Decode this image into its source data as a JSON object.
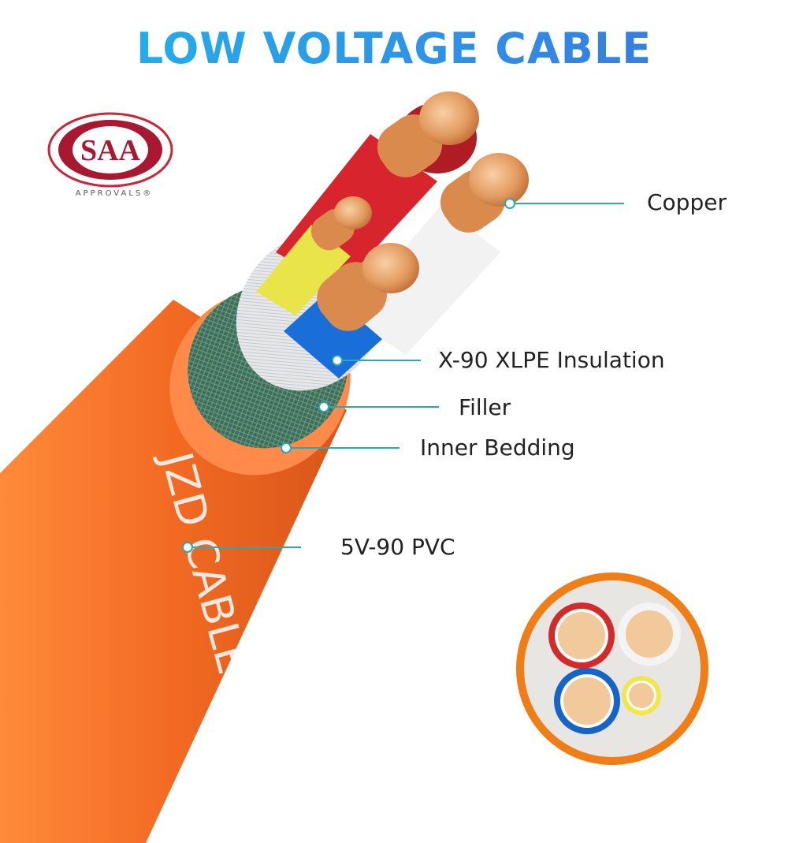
{
  "title": "LOW VOLTAGE CABLE",
  "logo": {
    "word": "SAA",
    "sub": "APPROVALS®"
  },
  "cable_print": "JZD CABLE",
  "callouts": {
    "copper": "Copper",
    "insulation": "X-90 XLPE Insulation",
    "filler": "Filler",
    "bedding": "Inner Bedding",
    "sheath": "5V-90 PVC"
  },
  "colors": {
    "sheath": "#f0641e",
    "bedding": "#3c6e58",
    "filler": "#e4e6e8",
    "red_core": "#d8242c",
    "white_core": "#f2f2f2",
    "blue_core": "#1a6ed8",
    "yellow_core": "#e8e44a",
    "copper": "#e39a5e",
    "accent": "#29a9b5"
  },
  "icons": [
    "saa-approvals-logo",
    "callout-dot-icon"
  ]
}
